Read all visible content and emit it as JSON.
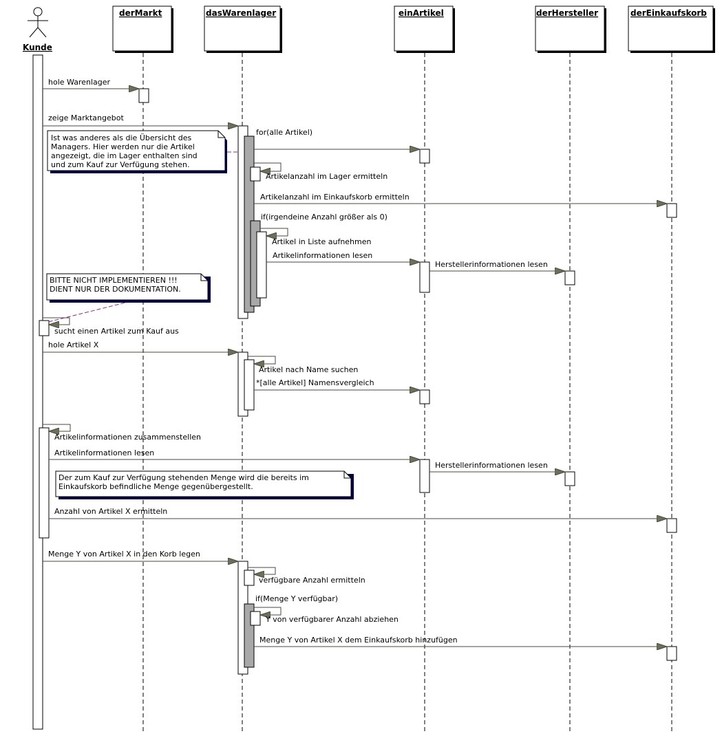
{
  "actor": {
    "name": "Kunde"
  },
  "objects": [
    {
      "name": "derMarkt"
    },
    {
      "name": "dasWarenlager"
    },
    {
      "name": "einArtikel"
    },
    {
      "name": "derHersteller"
    },
    {
      "name": "derEinkaufskorb"
    }
  ],
  "messages": [
    "hole Warenlager",
    "zeige Marktangebot",
    "for(alle Artikel)",
    "Artikelanzahl im Lager ermitteln",
    "Artikelanzahl im Einkaufskorb ermitteln",
    "if(irgendeine Anzahl größer als 0)",
    "Artikel in Liste aufnehmen",
    "Artikelinformationen lesen",
    "Herstellerinformationen lesen",
    "sucht einen Artikel zum Kauf aus",
    "hole Artikel X",
    "Artikel nach Name suchen",
    "*[alle Artikel] Namensvergleich",
    "Artikelinformationen zusammenstellen",
    "Artikelinformationen lesen",
    "Herstellerinformationen lesen",
    "Anzahl von Artikel X ermitteln",
    "Menge Y von Artikel X in den Korb legen",
    "verfügbare Anzahl ermitteln",
    "if(Menge Y verfügbar)",
    "Y von verfügbarer Anzahl abziehen",
    "Menge Y von Artikel X dem Einkaufskorb hinzufügen"
  ],
  "notes": [
    {
      "lines": [
        "Ist was anderes als die Übersicht des",
        "Managers. Hier werden nur die Artikel",
        "angezeigt, die im Lager enthalten sind",
        "und zum Kauf zur Verfügung stehen."
      ]
    },
    {
      "lines": [
        "BITTE NICHT IMPLEMENTIEREN !!!",
        "DIENT NUR DER DOKUMENTATION."
      ]
    },
    {
      "lines": [
        "Der zum Kauf zur Verfügung stehenden Menge wird die bereits im",
        "Einkaufskorb befindliche Menge gegenübergestellt."
      ]
    }
  ]
}
